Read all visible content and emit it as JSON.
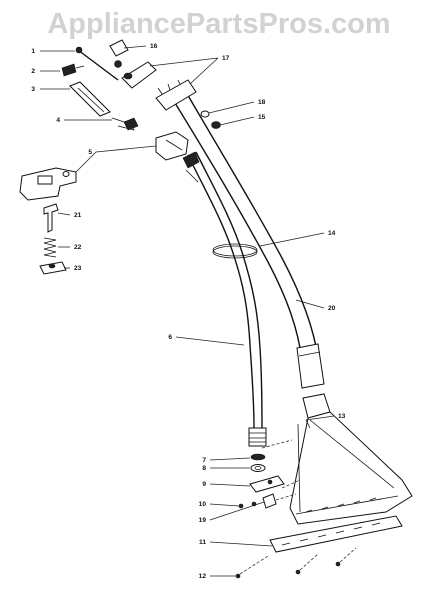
{
  "watermark": "AppliancePartsPros.com",
  "callouts": {
    "c1": "1",
    "c2": "2",
    "c3": "3",
    "c4": "4",
    "c5": "5",
    "c6": "6",
    "c7": "7",
    "c8": "8",
    "c9": "9",
    "c10": "10",
    "c11": "11",
    "c12": "12",
    "c13": "13",
    "c14": "14",
    "c15": "15",
    "c16": "16",
    "c17": "17",
    "c18": "18",
    "c19": "19",
    "c20": "20",
    "c21": "21",
    "c22": "22",
    "c23": "23"
  },
  "colors": {
    "ink": "#111111",
    "watermark": "#d2d2d2",
    "background": "#ffffff"
  }
}
